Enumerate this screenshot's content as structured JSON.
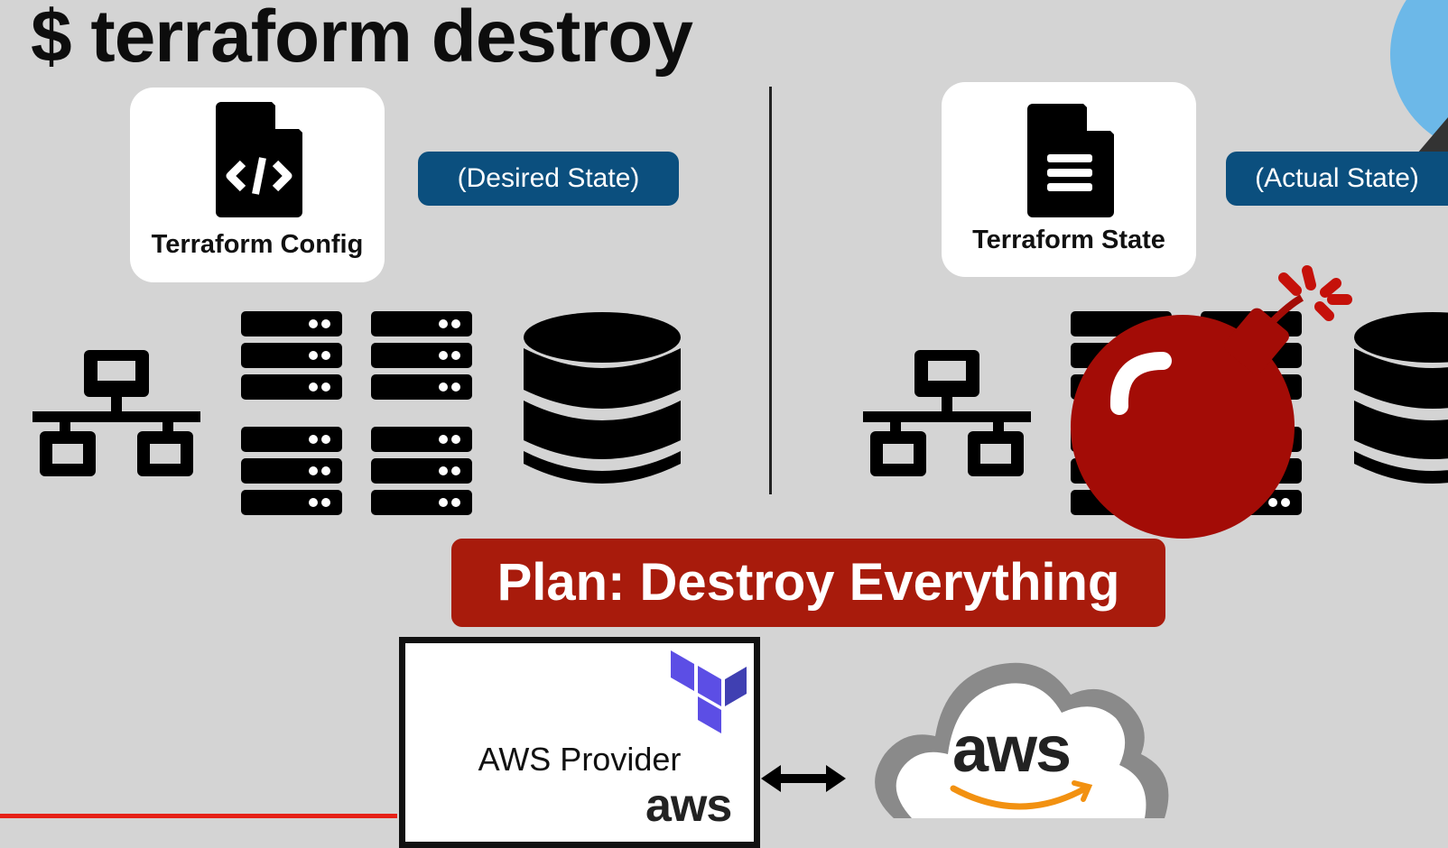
{
  "title": "$ terraform destroy",
  "config_card": {
    "label": "Terraform Config",
    "icon": "code-file-icon"
  },
  "desired_state": "(Desired State)",
  "state_card": {
    "label": "Terraform State",
    "icon": "document-file-icon"
  },
  "actual_state": "(Actual State)",
  "plan_banner": "Plan: Destroy Everything",
  "provider": {
    "label": "AWS Provider",
    "logo_text": "aws"
  },
  "cloud": {
    "logo_text": "aws"
  },
  "colors": {
    "background": "#d4d4d4",
    "pill": "#0b4f7e",
    "banner": "#a81b0c",
    "bomb": "#a30c06",
    "terraform_purple": "#5c4ee5"
  }
}
